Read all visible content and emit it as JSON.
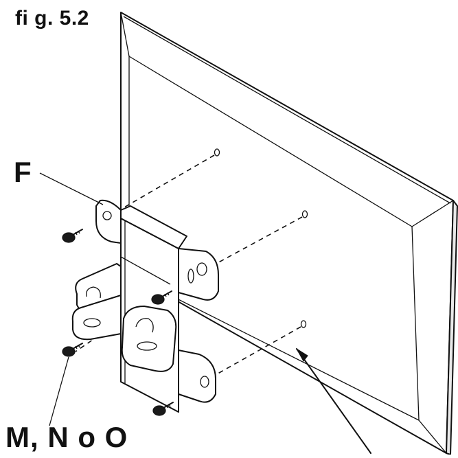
{
  "figure_label": "fi g. 5.2",
  "part_label_bracket": "F",
  "part_label_screws": "M, N o O",
  "icons": {
    "monitor": "monitor-back-icon",
    "bracket": "wall-bracket-icon",
    "screw": "screw-icon"
  }
}
